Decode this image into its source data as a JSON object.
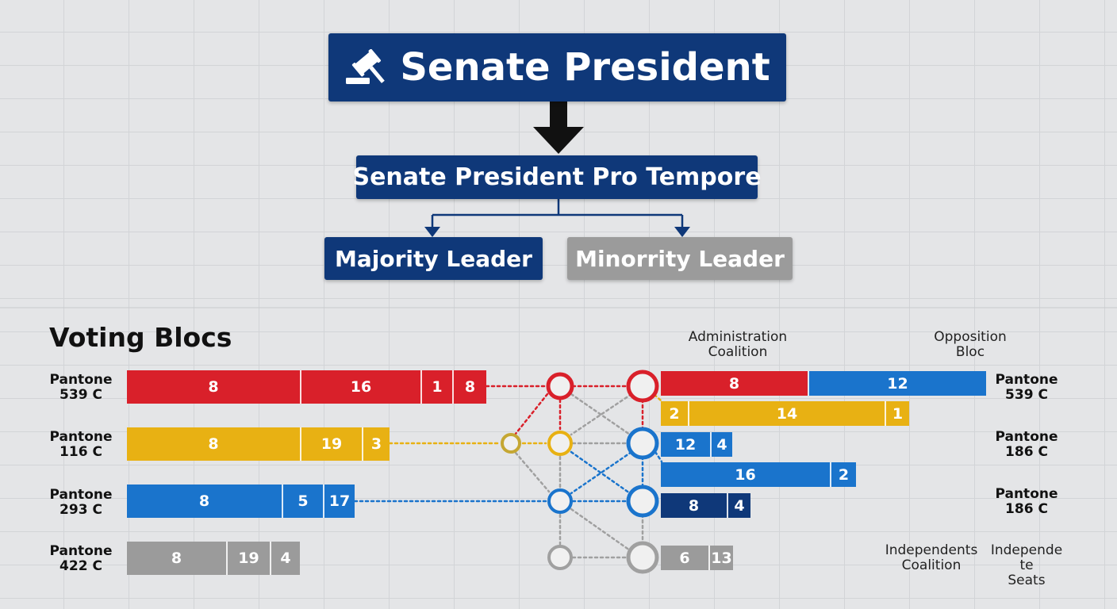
{
  "hierarchy": {
    "title": "Senate President",
    "pro_tempore": "Senate President Pro Tempore",
    "majority": "Majority Leader",
    "minority": "Minorrity Leader"
  },
  "blocs": {
    "section_title": "Voting Blocs",
    "admin_heading": "Administration\nCoalition",
    "opposition_heading": "Opposition\nBloc",
    "independents_heading": "Independents\nCoalition",
    "independent_seats_heading": "Independe te\nSeats",
    "left_labels": [
      "Pantone\n539 C",
      "Pantone\n116 C",
      "Pantone\n293 C",
      "Pantone\n422 C"
    ],
    "right_labels": [
      "Pantone\n539 C",
      "Pantone\n186 C",
      "Pantone\n186 C"
    ],
    "left_bars": [
      {
        "color": "red",
        "values": [
          "8",
          "16",
          "1",
          "8"
        ]
      },
      {
        "color": "yellow",
        "values": [
          "8",
          "19",
          "3"
        ]
      },
      {
        "color": "blue",
        "values": [
          "8",
          "5",
          "17"
        ]
      },
      {
        "color": "grey",
        "values": [
          "8",
          "19",
          "4"
        ]
      }
    ],
    "right_bars": [
      [
        {
          "color": "red",
          "value": "8"
        },
        {
          "color": "blue",
          "value": "12"
        }
      ],
      [
        {
          "color": "yellow",
          "value": "2"
        },
        {
          "color": "yellow",
          "value": "14"
        },
        {
          "color": "yellow",
          "value": "1"
        }
      ],
      [
        {
          "color": "blue",
          "value": "12"
        },
        {
          "color": "blue",
          "value": "4"
        }
      ],
      [
        {
          "color": "blue",
          "value": "16"
        },
        {
          "color": "blue",
          "value": "2"
        }
      ],
      [
        {
          "color": "navy",
          "value": "8"
        },
        {
          "color": "navy",
          "value": "4"
        }
      ],
      [
        {
          "color": "grey",
          "value": "6"
        },
        {
          "color": "grey",
          "value": "13"
        }
      ]
    ]
  },
  "colors": {
    "red": "#d9202a",
    "yellow": "#e8b113",
    "blue": "#1a74cc",
    "navy": "#0f3879",
    "grey": "#9b9b9b",
    "title_navy": "#0f3879"
  }
}
